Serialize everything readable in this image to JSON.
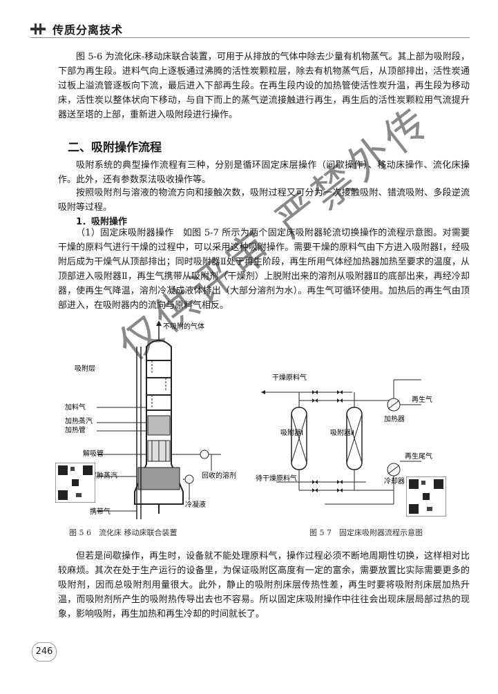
{
  "header": {
    "title": "传质分离技术"
  },
  "paragraphs": {
    "p1": "图 5-6 为流化床-移动床联合装置，可用于从排放的气体中除去少量有机物蒸气。其上部为吸附段，下部为再生段。进料气向上逐板通过沸腾的活性炭颗粒层，除去有机物蒸气后，从顶部排出，活性炭通过板上溢流管逐板向下流，最后进入下部再生段。在再生段内设的加热管使活性炭升温，再生段为移动床，活性炭以整体状向下移动，与自下而上的蒸气逆流接触进行再生，再生后的活性炭颗粒用气流提升器送至塔的上部，重新进入吸附段进行操作。",
    "h2": "二、吸附操作流程",
    "p2": "吸附系统的典型操作流程有三种，分别是循环固定床层操作（间歇操作）、移动床操作、流化床操作。此外，还有参数泵法吸收操作等。",
    "p3": "按照吸附剂与溶液的物流方向和接触次数，吸附过程又可分为一次接触吸附、错流吸附、多段逆流吸附等过程。",
    "h3": "1．吸附操作",
    "p4": "（1）固定床吸附器操作　如图 5-7 所示为两个固定床吸附器轮流切换操作的流程示意图。对需要干燥的原料气进行干燥的过程中，可以采用这种吸附操作。需要干燥的原料气由下方进入吸附器Ⅰ，经吸附后成为干燥气从顶部排出；同时吸附器Ⅱ处于再生阶段，再生所用气体经加热器加热至要求的温度，从顶部进入吸附器Ⅱ，再生气携带从吸附剂（干燥剂）上脱附出来的溶剂从吸附器Ⅱ的底部出来，再经冷却器，使再生气降温，溶剂冷凝成液体排出（大部分溶剂为水）。再生气可循环使用。加热后的再生气由顶部进入，在吸附器内的流向与原料气相反。",
    "p5": "但若是间歇操作，再生时，设备就不能处理原料气，操作过程必须不断地周期性切换，这样相对比较麻烦。其次在处于生产运行的设备里，为保证吸附区高度有一定的富余，需要放置比实际需要更多的吸附剂，因而总吸附剂用量很大。此外，静止的吸附剂床层传热性差，再生时要将吸附剂床层加热升温，而吸附剂所产生的吸附热传导出去也不容易。所以固定床吸附操作中往往会出现床层局部过热的现象，影响吸附，再生加热和再生冷却的时间就长了。"
  },
  "fig56": {
    "caption": "图 5 6　流化床 移动床联合装置",
    "labels": {
      "top_out": "不吸附的气体",
      "adsorb_layer": "吸附层",
      "feed_gas": "加料气",
      "heating_steam": "加热蒸汽",
      "heating_tube": "加热管",
      "desorb_tube": "解吸管",
      "desorb_steam": "解肿蒸汽",
      "recovered": "回收的溶剂",
      "condensate": "冷凝液",
      "carrier_gas": "携带气"
    }
  },
  "fig57": {
    "caption": "图 5 7　固定床吸附器流程示意图",
    "labels": {
      "dry_feed": "干燥原料气",
      "regen_gas": "再生气",
      "heater": "加热器",
      "adsorber1": "吸附器Ⅰ",
      "adsorber2": "吸附器Ⅱ",
      "wet_feed": "待干燥原料气",
      "regen_tail": "再生尾气",
      "cooler": "冷却器"
    }
  },
  "watermark": "仅供评审 严禁外传",
  "page_number": "246"
}
